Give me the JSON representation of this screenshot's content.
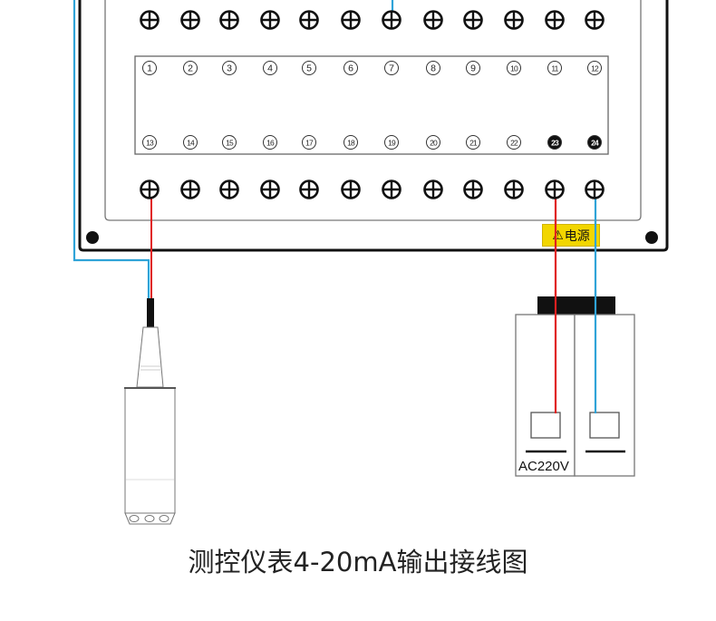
{
  "title": "测控仪表4-20mA输出接线图",
  "terminals": {
    "top_row": [
      1,
      2,
      3,
      4,
      5,
      6,
      7,
      8,
      9,
      10,
      11,
      12
    ],
    "bottom_row": [
      13,
      14,
      15,
      16,
      17,
      18,
      19,
      20,
      21,
      22,
      23,
      24
    ],
    "top_labels": [
      "①",
      "②",
      "③",
      "④",
      "⑤",
      "⑥",
      "⑦",
      "⑧",
      "⑨",
      "⑩",
      "⑪",
      "⑫"
    ],
    "bottom_labels": [
      "⑬",
      "⑭",
      "⑮",
      "⑯",
      "⑰",
      "⑱",
      "⑲",
      "⑳",
      "㉑",
      "㉒",
      "㉓",
      "㉔"
    ],
    "highlighted": [
      23,
      24
    ]
  },
  "power_label": {
    "icon": "warning-triangle-icon",
    "text": "电源",
    "color": "#f2d600"
  },
  "breaker": {
    "label": "AC220V"
  },
  "wires": [
    {
      "from": "terminal-7",
      "to": "sensor",
      "color": "#2fa3d8",
      "name": "signal-wire-blue"
    },
    {
      "from": "terminal-13",
      "to": "sensor",
      "color": "#e02020",
      "name": "signal-wire-red"
    },
    {
      "from": "terminal-23",
      "to": "breaker-left",
      "color": "#e02020",
      "name": "power-wire-red"
    },
    {
      "from": "terminal-24",
      "to": "breaker-right",
      "color": "#2fa3d8",
      "name": "power-wire-blue"
    }
  ],
  "colors": {
    "red_wire": "#e02020",
    "blue_wire": "#2fa3d8",
    "panel_border": "#111111",
    "inner_border": "#666666"
  }
}
